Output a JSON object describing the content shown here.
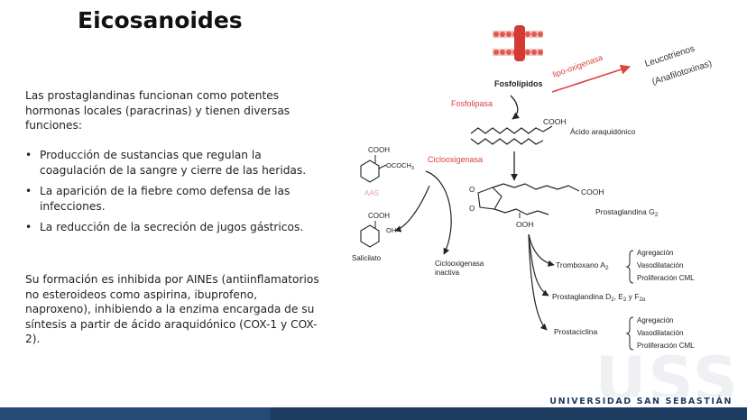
{
  "slide": {
    "title": "Eicosanoides",
    "intro": "Las prostaglandinas funcionan como potentes hormonas locales (paracrinas) y tienen diversas funciones:",
    "bullets": [
      "Producción de sustancias que regulan la coagulación de la sangre y cierre de las heridas.",
      "La aparición de la fiebre como defensa de las infecciones.",
      "La reducción de la secreción de jugos gástricos."
    ],
    "bullet_glyph": "•",
    "outro": "Su formación es inhibida por AINEs (antiinflamatorios no esteroideos como aspirina, ibuprofeno, naproxeno), inhibiendo a la enzima encargada de su síntesis a partir de ácido araquidónico (COX-1 y COX-2)."
  },
  "diagram": {
    "fosfolipidos": "Fosfolípidos",
    "fosfolipasa": "Fosfolipasa",
    "lipooxigenasa": "lipo-oxigenasa",
    "leucotrienos": "Leucotrienos",
    "anafilotoxinas": "(Anafilotoxinas)",
    "acido_araquidonico": "Ácido araquidónico",
    "cooh": "COOH",
    "ococh3": "OCOCH",
    "ococh3_sub": "3",
    "aas": "AAS",
    "oh": "OH",
    "salicilato": "Salicilato",
    "ciclooxigenasa": "Ciclooxigenasa",
    "ciclooxigenasa_inactiva_1": "Ciclooxigenasa",
    "ciclooxigenasa_inactiva_2": "inactiva",
    "prostaglandina_g": "Prostaglandina G",
    "prostaglandina_g_sub": "2",
    "ooh": "OOH",
    "tromboxano": "Tromboxano A",
    "tromboxano_sub": "2",
    "prostaglandina_d": "Prostaglandina D",
    "pg_d_sub": "2",
    "pg_mid": ", E",
    "pg_e_sub": "2",
    "pg_y": " y F",
    "pg_f_sub": "2α",
    "prostaciclina": "Prostaciclina",
    "effects_1": [
      "Agregación",
      "Vasodilatación",
      "Proliferación CML"
    ],
    "effects_2": [
      "Agregación",
      "Vasodilatación",
      "Proliferación CML"
    ]
  },
  "footer": {
    "university": "UNIVERSIDAD SAN SEBASTIÁN",
    "watermark": "USS"
  },
  "colors": {
    "enzyme_red": "#d9413b",
    "aas_pink": "#e8a0a0",
    "footer_navy": "#1d3a5f"
  }
}
